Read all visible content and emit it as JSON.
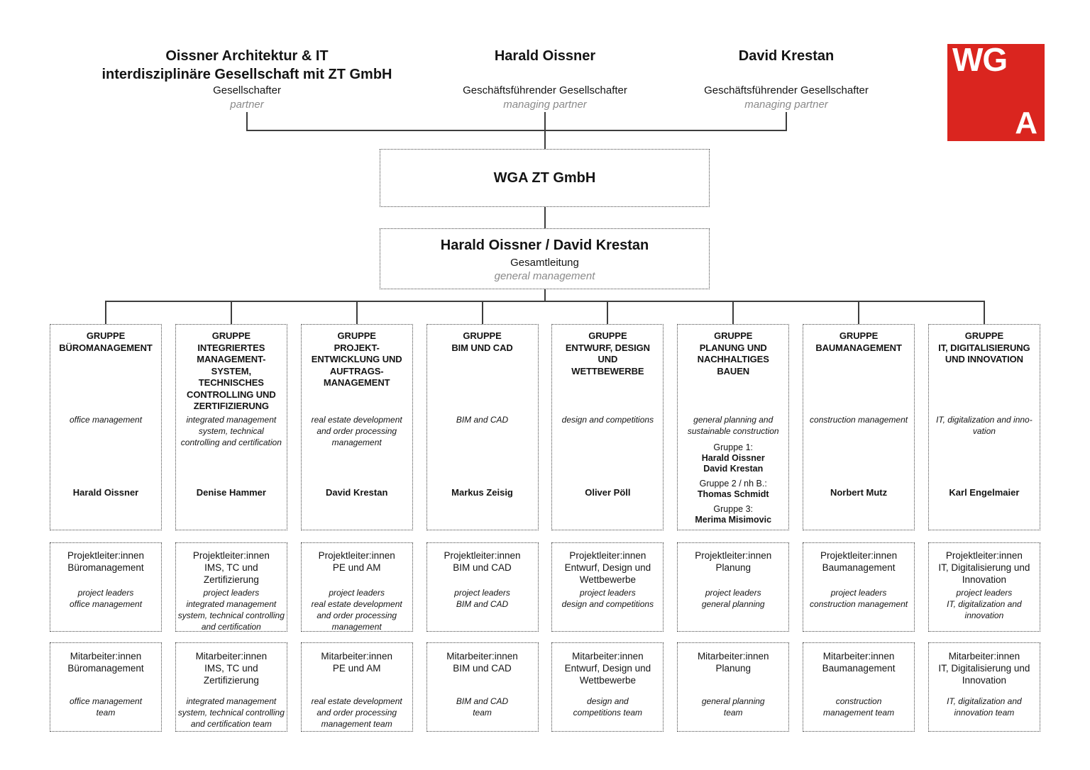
{
  "colors": {
    "accent_red": "#da251f",
    "text": "#141414",
    "muted_italic": "#8a8a8a",
    "line": "#3d3d3d"
  },
  "logo": {
    "text_top": "WG",
    "text_bottom": "A"
  },
  "top_entities": [
    {
      "title": "Oissner Architektur & IT\ninterdisziplinäre Gesellschaft mit ZT GmbH",
      "role_de": "Gesellschafter",
      "role_en": "partner"
    },
    {
      "title": "Harald Oissner",
      "role_de": "Geschäftsführender Gesellschafter",
      "role_en": "managing partner"
    },
    {
      "title": "David Krestan",
      "role_de": "Geschäftsführender Gesellschafter",
      "role_en": "managing partner"
    }
  ],
  "company_box": {
    "title": "WGA ZT GmbH"
  },
  "management_box": {
    "names": "Harald Oissner / David Krestan",
    "role_de": "Gesamtleitung",
    "role_en": "general management"
  },
  "groups": [
    {
      "title": "GRUPPE\nBÜROMANAGEMENT",
      "subtitle_en": "office management",
      "leader": "Harald Oissner"
    },
    {
      "title": "GRUPPE\nINTEGRIERTES\nMANAGEMENT-\nSYSTEM,\nTECHNISCHES\nCONTROLLING UND\nZERTIFIZIERUNG",
      "subtitle_en": "integrated management\nsystem, technical\ncontrolling and certification",
      "leader": "Denise Hammer"
    },
    {
      "title": "GRUPPE\nPROJEKT-\nENTWICKLUNG UND\nAUFTRAGS-\nMANAGEMENT",
      "subtitle_en": "real estate development\nand order processing\nmanagement",
      "leader": "David Krestan"
    },
    {
      "title": "GRUPPE\nBIM UND CAD",
      "subtitle_en": "BIM and CAD",
      "leader": "Markus Zeisig"
    },
    {
      "title": "GRUPPE\nENTWURF, DESIGN\nUND\nWETTBEWERBE",
      "subtitle_en": "design and competitions",
      "leader": "Oliver Pöll"
    },
    {
      "title": "GRUPPE\nPLANUNG UND\nNACHHALTIGES\nBAUEN",
      "subtitle_en": "general planning and\nsustainable construction",
      "subgroups": [
        {
          "label": "Gruppe 1:",
          "names": "Harald Oissner\nDavid Krestan"
        },
        {
          "label": "Gruppe 2 / nh B.:",
          "names": "Thomas Schmidt"
        },
        {
          "label": "Gruppe 3:",
          "names": "Merima Misimovic"
        }
      ]
    },
    {
      "title": "GRUPPE\nBAUMANAGEMENT",
      "subtitle_en": "construction management",
      "leader": "Norbert Mutz"
    },
    {
      "title": "GRUPPE\nIT, DIGITALISIERUNG\nUND INNOVATION",
      "subtitle_en": "IT, digitalization and inno-\nvation",
      "leader": "Karl Engelmaier"
    }
  ],
  "project_leaders": [
    {
      "title": "Projektleiter:innen\nBüromanagement",
      "subtitle_en": "project leaders\noffice management"
    },
    {
      "title": "Projektleiter:innen\nIMS, TC und\nZertifizierung",
      "subtitle_en": "project leaders\nintegrated management\nsystem, technical controlling\nand certification"
    },
    {
      "title": "Projektleiter:innen\nPE und AM",
      "subtitle_en": "project leaders\nreal estate development\nand order processing\nmanagement"
    },
    {
      "title": "Projektleiter:innen\nBIM und CAD",
      "subtitle_en": "project leaders\nBIM and CAD"
    },
    {
      "title": "Projektleiter:innen\nEntwurf, Design und\nWettbewerbe",
      "subtitle_en": "project leaders\ndesign and competitions"
    },
    {
      "title": "Projektleiter:innen\nPlanung",
      "subtitle_en": "project leaders\ngeneral planning"
    },
    {
      "title": "Projektleiter:innen\nBaumanagement",
      "subtitle_en": "project leaders\nconstruction management"
    },
    {
      "title": "Projektleiter:innen\nIT, Digitalisierung und\nInnovation",
      "subtitle_en": "project leaders\nIT, digitalization and\ninnovation"
    }
  ],
  "teams": [
    {
      "title": "Mitarbeiter:innen\nBüromanagement",
      "subtitle_en": "office management\nteam"
    },
    {
      "title": "Mitarbeiter:innen\nIMS, TC und\nZertifizierung",
      "subtitle_en": "integrated management\nsystem, technical controlling\nand certification team"
    },
    {
      "title": "Mitarbeiter:innen\nPE und AM",
      "subtitle_en": "real estate development\nand order processing\nmanagement team"
    },
    {
      "title": "Mitarbeiter:innen\nBIM und CAD",
      "subtitle_en": "BIM and CAD\nteam"
    },
    {
      "title": "Mitarbeiter:innen\nEntwurf, Design und\nWettbewerbe",
      "subtitle_en": "design and\ncompetitions team"
    },
    {
      "title": "Mitarbeiter:innen\nPlanung",
      "subtitle_en": "general planning\nteam"
    },
    {
      "title": "Mitarbeiter:innen\nBaumanagement",
      "subtitle_en": "construction\nmanagement team"
    },
    {
      "title": "Mitarbeiter:innen\nIT, Digitalisierung und\nInnovation",
      "subtitle_en": "IT, digitalization and\ninnovation team"
    }
  ]
}
